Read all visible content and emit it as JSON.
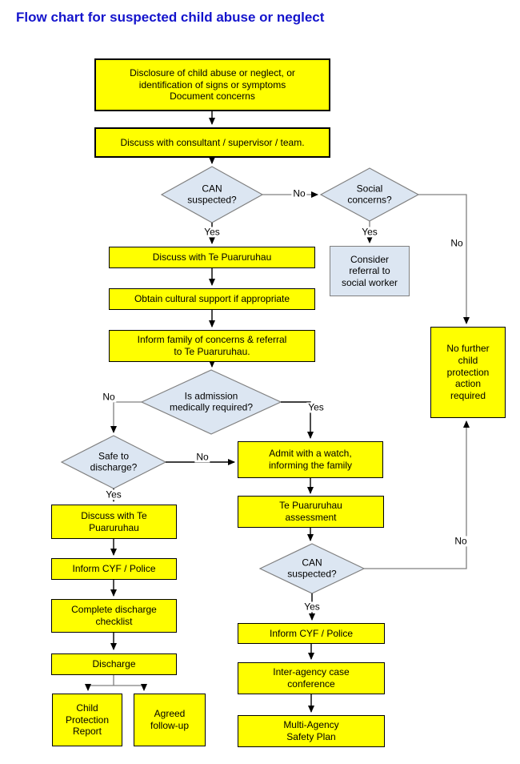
{
  "title": "Flow chart for suspected child abuse or neglect",
  "colors": {
    "title_text": "#1414cc",
    "process_fill": "#ffff00",
    "process_border": "#000000",
    "decision_fill": "#dce6f2",
    "decision_border": "#808080",
    "connector": "#000000",
    "connector_alt": "#808080"
  },
  "labels": {
    "yes": "Yes",
    "no": "No"
  },
  "nodes": {
    "disclosure": {
      "label": "Disclosure of child abuse or neglect, or\nidentification of signs or symptoms\nDocument concerns"
    },
    "discuss_consultant": {
      "label": "Discuss with consultant / supervisor /  team."
    },
    "can_suspected_1": {
      "label": "CAN\nsuspected?"
    },
    "social_concerns": {
      "label": "Social\nconcerns?"
    },
    "consider_referral": {
      "label": "Consider\nreferral to\nsocial worker"
    },
    "discuss_te_puaruruhau": {
      "label": "Discuss with Te Puaruruhau"
    },
    "obtain_cultural_support": {
      "label": "Obtain cultural support if appropriate"
    },
    "inform_family": {
      "label": "Inform family of concerns & referral\nto Te Puaruruhau."
    },
    "no_further_action": {
      "label": "No further\nchild\nprotection\naction\nrequired"
    },
    "admission_required": {
      "label": "Is admission\nmedically required?"
    },
    "safe_to_discharge": {
      "label": "Safe to\ndischarge?"
    },
    "admit_with_watch": {
      "label": "Admit with a watch,\ninforming the family"
    },
    "te_puaruruhau_assessment": {
      "label": "Te Puaruruhau\nassessment"
    },
    "discuss_te_puaruruhau_2": {
      "label": "Discuss with Te\nPuaruruhau"
    },
    "inform_cyf_police_1": {
      "label": "Inform CYF / Police"
    },
    "complete_discharge_checklist": {
      "label": "Complete discharge\nchecklist"
    },
    "discharge": {
      "label": "Discharge"
    },
    "child_protection_report": {
      "label": "Child\nProtection\nReport"
    },
    "agreed_follow_up": {
      "label": "Agreed\nfollow-up"
    },
    "can_suspected_2": {
      "label": "CAN\nsuspected?"
    },
    "inform_cyf_police_2": {
      "label": "Inform CYF / Police"
    },
    "inter_agency_conference": {
      "label": "Inter-agency case\nconference"
    },
    "multi_agency_safety_plan": {
      "label": "Multi-Agency\nSafety Plan"
    }
  }
}
